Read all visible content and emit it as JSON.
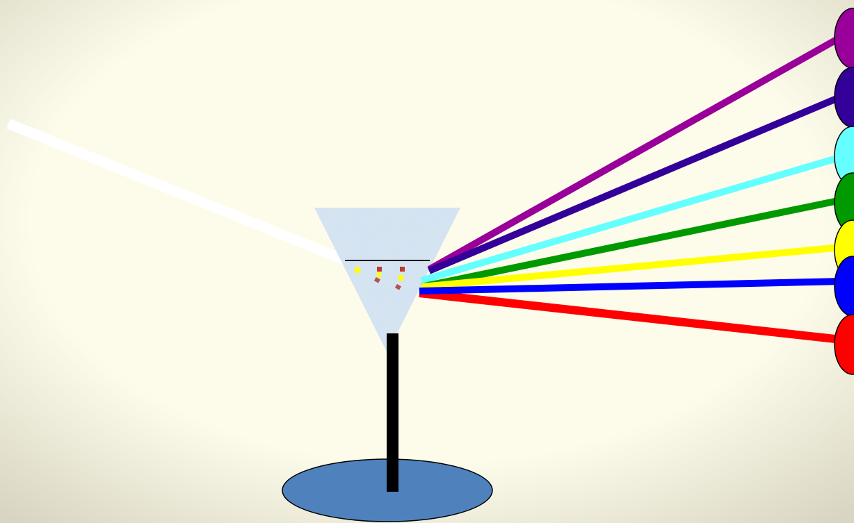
{
  "scene": {
    "background_center": "#fdfbea",
    "background_edge": "#d8d5c2",
    "incoming_beam_color": "#ffffff",
    "glass": {
      "bowl_color": "#d3e3f2",
      "bowl_texture_color": "#b5c9de",
      "liquid_line_color": "#000000",
      "stem_color": "#000000",
      "base_color": "#4f81bd",
      "base_outline_color": "#000000",
      "sparkle_colors": [
        "#ffff00",
        "#c0392b",
        "#b5534f"
      ]
    },
    "spectrum": [
      {
        "name": "violet",
        "color": "#990099"
      },
      {
        "name": "indigo",
        "color": "#330099"
      },
      {
        "name": "cyan",
        "color": "#66ffff"
      },
      {
        "name": "green",
        "color": "#009900"
      },
      {
        "name": "yellow",
        "color": "#ffff00"
      },
      {
        "name": "blue",
        "color": "#0000ff"
      },
      {
        "name": "red",
        "color": "#ff0000"
      }
    ]
  }
}
